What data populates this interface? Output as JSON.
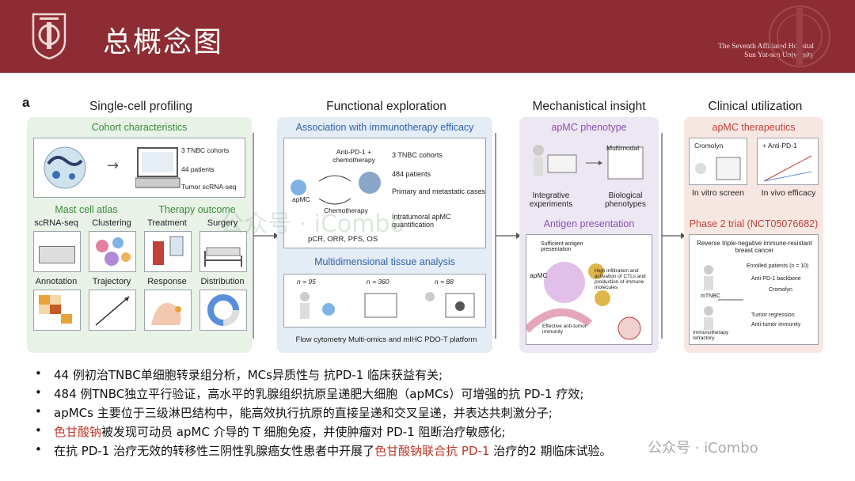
{
  "header": {
    "title": "总概念图",
    "hospital_line1": "The Seventh Affiliated Hospital",
    "hospital_line2": "Sun Yat-sen University",
    "colors": {
      "header_bg": "#8d2d33"
    }
  },
  "figure": {
    "panel_letter": "a",
    "sections": {
      "s1": "Single-cell profiling",
      "s2": "Functional exploration",
      "s3": "Mechanistical insight",
      "s4": "Clinical utilization"
    },
    "col1": {
      "cohort_title": "Cohort characteristics",
      "cohort_items": [
        "3 TNBC cohorts",
        "44 patients",
        "Tumor scRNA-seq"
      ],
      "atlas_title": "Mast cell atlas",
      "therapy_title": "Therapy outcome",
      "row1": [
        "scRNA-seq",
        "Clustering",
        "Treatment",
        "Surgery"
      ],
      "row2": [
        "Annotation",
        "Trajectory",
        "Response",
        "Distribution"
      ]
    },
    "col2": {
      "assoc_title": "Association with immunotherapy efficacy",
      "drug": "Anti-PD-1 + chemotherapy",
      "cell": "apMC",
      "chemo": "Chemotherapy",
      "items": [
        "3 TNBC cohorts",
        "484 patients",
        "Primary and metastatic cases",
        "Intratumoral apMC quantification"
      ],
      "endpoints": "pCR, ORR, PFS, OS",
      "multi_title": "Multidimensional tissue analysis",
      "n_values": [
        "n = 95",
        "n = 360",
        "n = 88"
      ],
      "platforms": "Flow cytometry  Multi-omics and mIHC  PDO-T platform"
    },
    "col3": {
      "pheno_title": "apMC phenotype",
      "multimodal": "Multimodal",
      "integrative": "Integrative experiments",
      "biological": "Biological phenotypes",
      "antigen_title": "Antigen presentation",
      "sufficient": "Sufficient antigen presentation",
      "cell": "apMC",
      "high_inf": "High infiltration and activation of CTLs and production of immune molecules",
      "effective": "Effective anti-tumor immunity"
    },
    "col4": {
      "thera_title": "apMC therapeutics",
      "cromolyn": "Cromolyn",
      "anti_pd1": "+ Anti-PD-1",
      "in_vitro": "In vitro screen",
      "in_vivo": "In vivo efficacy",
      "trial_title": "Phase 2 trial (NCT05076682)",
      "trial_desc": "Reverse triple-negative immune-resistant breast cancer",
      "enrolled": "Enrolled patients (n = 10)",
      "backbone": "Anti-PD-1 backbone",
      "cromolyn2": "Cromolyn",
      "mtnbc": "mTNBC",
      "refractory": "Immunotherapy refractory",
      "tumor_reg": "Tumor regression",
      "anti_tumor": "Anti-tumor immunity"
    },
    "watermark": "公众号 · iCombo"
  },
  "bullets": [
    {
      "pre": "44 例初治TNBC单细胞转录组分析，MCs异质性与 抗PD-1 临床获益有关;",
      "hl": "",
      "post": "",
      "hl2": "",
      "post2": ""
    },
    {
      "pre": "484 例TNBC独立平行验证，高水平的乳腺组织抗原呈递肥大细胞（apMCs）可增强的抗 PD-1 疗效;",
      "hl": "",
      "post": "",
      "hl2": "",
      "post2": ""
    },
    {
      "pre": "apMCs 主要位于三级淋巴结构中，能高效执行抗原的直接呈递和交叉呈递，并表达共刺激分子;",
      "hl": "",
      "post": "",
      "hl2": "",
      "post2": ""
    },
    {
      "pre": "",
      "hl": "色甘酸钠",
      "post": "被发现可动员 apMC 介导的 T 细胞免疫，并使肿瘤对 PD-1 阻断治疗敏感化;",
      "hl2": "",
      "post2": ""
    },
    {
      "pre": "在抗 PD-1 治疗无效的转移性三阴性乳腺癌女性患者中开展了",
      "hl": "色甘酸钠联合抗 PD-1",
      "post": " 治疗的2 期临床试验。",
      "hl2": "",
      "post2": ""
    }
  ],
  "watermark_bottom": "公众号 · iCombo"
}
